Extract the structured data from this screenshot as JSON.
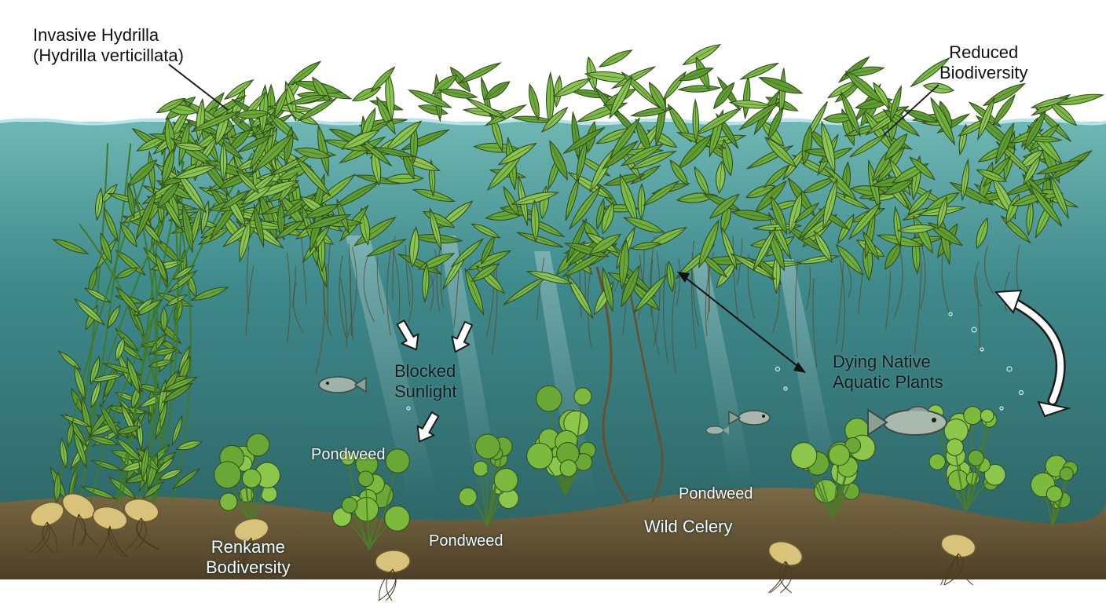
{
  "labels": {
    "invasive_line1": "Invasive Hydrilla",
    "invasive_line2": "(Hydrilla verticillata)",
    "reduced_line1": "Reduced",
    "reduced_line2": "Biodiversity",
    "blocked_line1": "Blocked",
    "blocked_line2": "Sunlight",
    "dying_line1": "Dying Native",
    "dying_line2": "Aquatic Plants",
    "pondweed_left": "Pondweed",
    "pondweed_center": "Pondweed",
    "pondweed_right": "Pondweed",
    "wild_celery": "Wild Celery",
    "renkame_line1": "Renkame",
    "renkame_line2": "Bodiversity"
  },
  "colors": {
    "water_top": "#3f8a8c",
    "water_bottom": "#2f6a6c",
    "sediment": "#6b5a3a",
    "hydrilla_leaf": "#6fae3a",
    "leaf_outline": "#2e4d1a",
    "label_dark": "#111111",
    "label_light": "#ffffff"
  }
}
